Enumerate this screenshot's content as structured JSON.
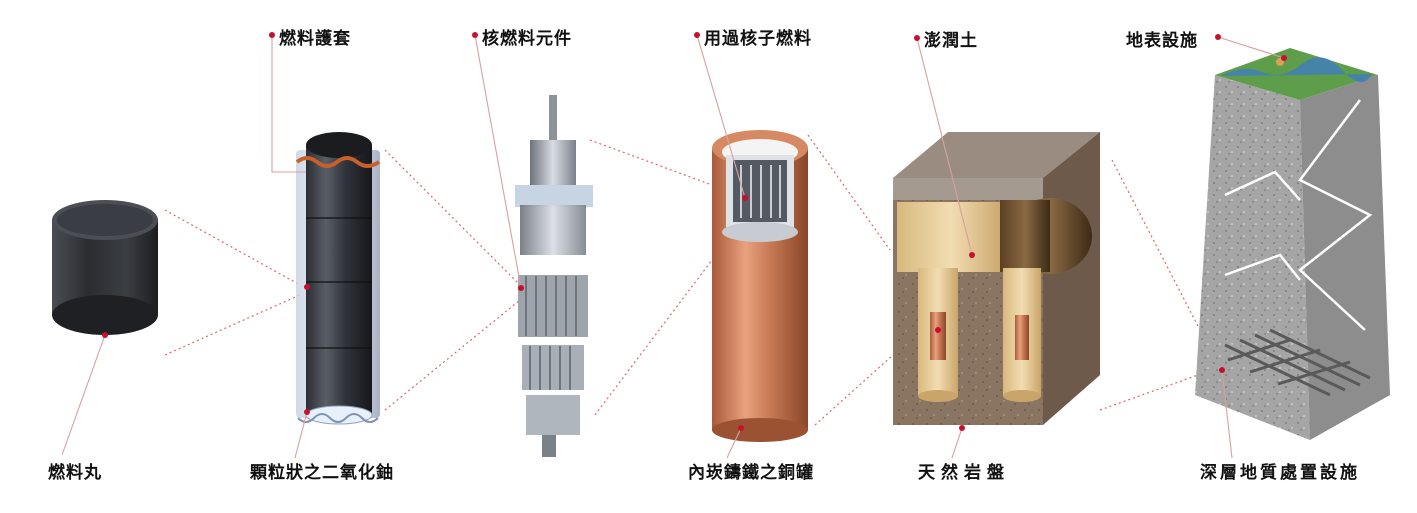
{
  "labels": {
    "pellet": "燃料丸",
    "cladding": "燃料護套",
    "uo2": "顆粒狀之二氧化鈾",
    "assembly": "核燃料元件",
    "spent_fuel": "用過核子燃料",
    "canister": "內崁鑄鐵之銅罐",
    "bentonite": "澎潤土",
    "bedrock": "天然岩盤",
    "surface": "地表設施",
    "repository": "深層地質處置設施"
  },
  "colors": {
    "accent_dot": "#c8102e",
    "leader": "#d9a0a0",
    "copper": "#c77a55",
    "rock": "#8a7563",
    "bentonite": "#e6cc9a",
    "granite": "#9a9a9a",
    "pellet": "#2d2f33"
  },
  "icons": [
    "pellet-cylinder",
    "fuel-rod",
    "fuel-assembly",
    "copper-canister",
    "rock-block",
    "repository-tower"
  ]
}
